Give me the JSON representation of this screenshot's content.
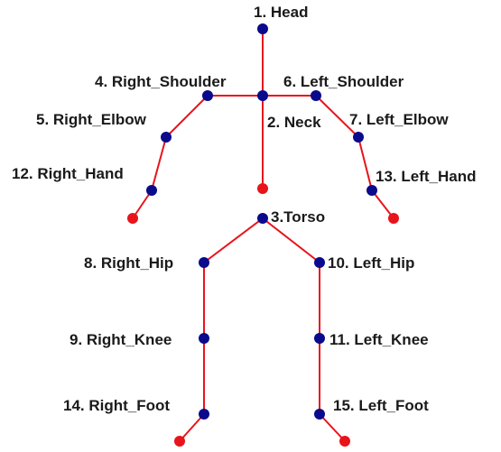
{
  "colors": {
    "bone": "#e8141b",
    "joint": "#0a0a8c",
    "extremity": "#e8141b",
    "text": "#1a1a1a"
  },
  "joints": {
    "head": {
      "label": "1. Head"
    },
    "neck": {
      "label": "2. Neck"
    },
    "torso": {
      "label": "3.Torso"
    },
    "right_shoulder": {
      "label": "4. Right_Shoulder"
    },
    "right_elbow": {
      "label": "5. Right_Elbow"
    },
    "left_shoulder": {
      "label": "6. Left_Shoulder"
    },
    "left_elbow": {
      "label": "7. Left_Elbow"
    },
    "right_hip": {
      "label": "8. Right_Hip"
    },
    "right_knee": {
      "label": "9. Right_Knee"
    },
    "left_hip": {
      "label": "10. Left_Hip"
    },
    "left_knee": {
      "label": "11. Left_Knee"
    },
    "right_hand": {
      "label": "12. Right_Hand"
    },
    "left_hand": {
      "label": "13. Left_Hand"
    },
    "right_foot": {
      "label": "14. Right_Foot"
    },
    "left_foot": {
      "label": "15. Left_Foot"
    }
  }
}
